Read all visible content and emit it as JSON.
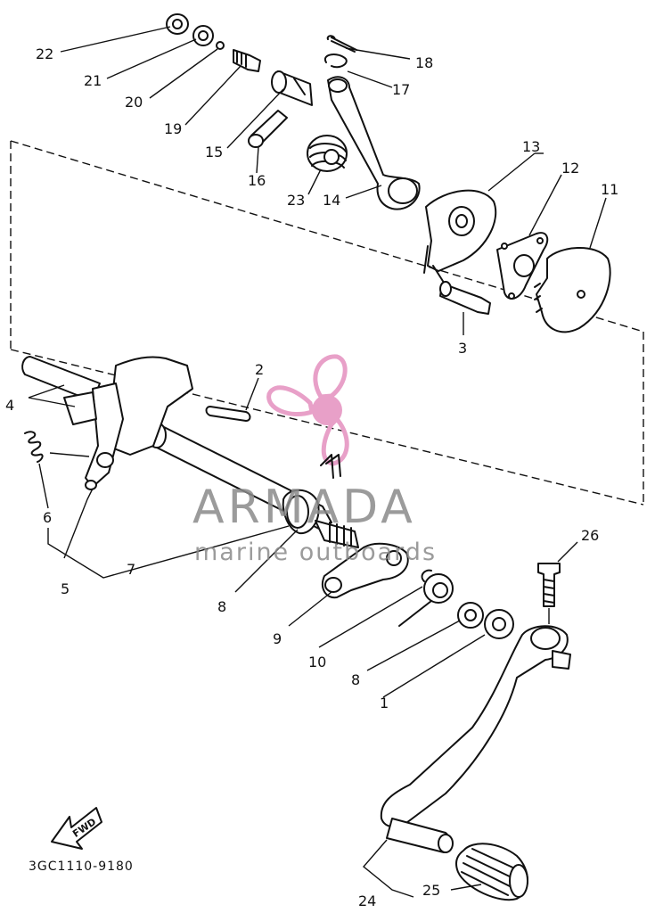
{
  "labels": {
    "p1": "1",
    "p2": "2",
    "p3": "3",
    "p4": "4",
    "p5": "5",
    "p6": "6",
    "p7": "7",
    "p8a": "8",
    "p8b": "8",
    "p9": "9",
    "p10": "10",
    "p11": "11",
    "p12": "12",
    "p13": "13",
    "p14": "14",
    "p15": "15",
    "p16": "16",
    "p17": "17",
    "p18": "18",
    "p19": "19",
    "p20": "20",
    "p21": "21",
    "p22": "22",
    "p23": "23",
    "p24": "24",
    "p25": "25",
    "p26": "26"
  },
  "direction_arrow": "FWD",
  "diagram_code": "3GC1110-9180",
  "watermark": {
    "name": "ARMADA",
    "tagline": "marine outboards",
    "logo_color": "#e8a0c8",
    "text_color": "#8a8a8a"
  }
}
